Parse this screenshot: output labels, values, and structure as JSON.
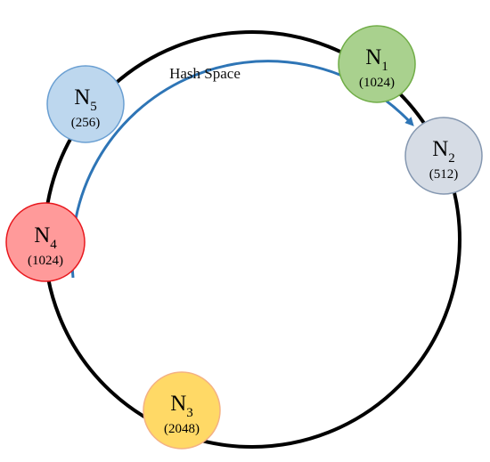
{
  "diagram": {
    "title": "Hash Space",
    "colors": {
      "ring": "#000000",
      "arrow": "#2e75b6"
    },
    "nodes": [
      {
        "id": "n1",
        "base": "N",
        "sub": "1",
        "value": "(1024)",
        "fill": "#a9d18e",
        "stroke": "#70ad47"
      },
      {
        "id": "n2",
        "base": "N",
        "sub": "2",
        "value": "(512)",
        "fill": "#d6dce5",
        "stroke": "#8497b0"
      },
      {
        "id": "n3",
        "base": "N",
        "sub": "3",
        "value": "(2048)",
        "fill": "#ffd966",
        "stroke": "#f4b183"
      },
      {
        "id": "n4",
        "base": "N",
        "sub": "4",
        "value": "(1024)",
        "fill": "#ff9a9a",
        "stroke": "#e8181e"
      },
      {
        "id": "n5",
        "base": "N",
        "sub": "5",
        "value": "(256)",
        "fill": "#bdd7ee",
        "stroke": "#6a9fd2"
      }
    ]
  }
}
